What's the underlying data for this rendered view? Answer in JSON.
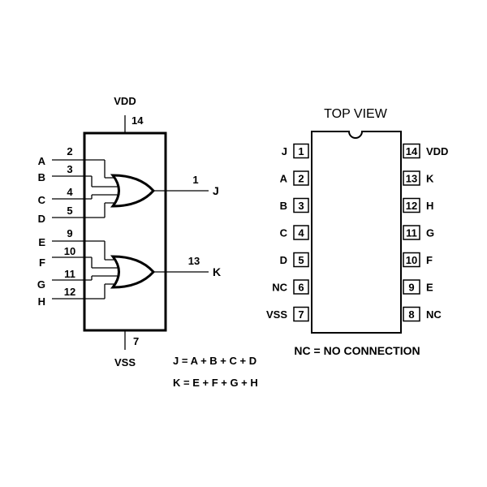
{
  "logic": {
    "supply_label": "VDD",
    "supply_pin": "14",
    "ground_label": "VSS",
    "ground_pin": "7",
    "gate1": {
      "inputs": [
        {
          "signal": "A",
          "pin": "2"
        },
        {
          "signal": "B",
          "pin": "3"
        },
        {
          "signal": "C",
          "pin": "4"
        },
        {
          "signal": "D",
          "pin": "5"
        }
      ],
      "output": {
        "signal": "J",
        "pin": "1"
      }
    },
    "gate2": {
      "inputs": [
        {
          "signal": "E",
          "pin": "9"
        },
        {
          "signal": "F",
          "pin": "10"
        },
        {
          "signal": "G",
          "pin": "11"
        },
        {
          "signal": "H",
          "pin": "12"
        }
      ],
      "output": {
        "signal": "K",
        "pin": "13"
      }
    },
    "equations": [
      "J = A + B + C + D",
      "K = E + F + G + H"
    ]
  },
  "package": {
    "title": "TOP VIEW",
    "left_pins": [
      {
        "num": "1",
        "label": "J"
      },
      {
        "num": "2",
        "label": "A"
      },
      {
        "num": "3",
        "label": "B"
      },
      {
        "num": "4",
        "label": "C"
      },
      {
        "num": "5",
        "label": "D"
      },
      {
        "num": "6",
        "label": "NC"
      },
      {
        "num": "7",
        "label": "VSS"
      }
    ],
    "right_pins": [
      {
        "num": "14",
        "label": "VDD"
      },
      {
        "num": "13",
        "label": "K"
      },
      {
        "num": "12",
        "label": "H"
      },
      {
        "num": "11",
        "label": "G"
      },
      {
        "num": "10",
        "label": "F"
      },
      {
        "num": "9",
        "label": "E"
      },
      {
        "num": "8",
        "label": "NC"
      }
    ],
    "legend": "NC = NO CONNECTION"
  }
}
